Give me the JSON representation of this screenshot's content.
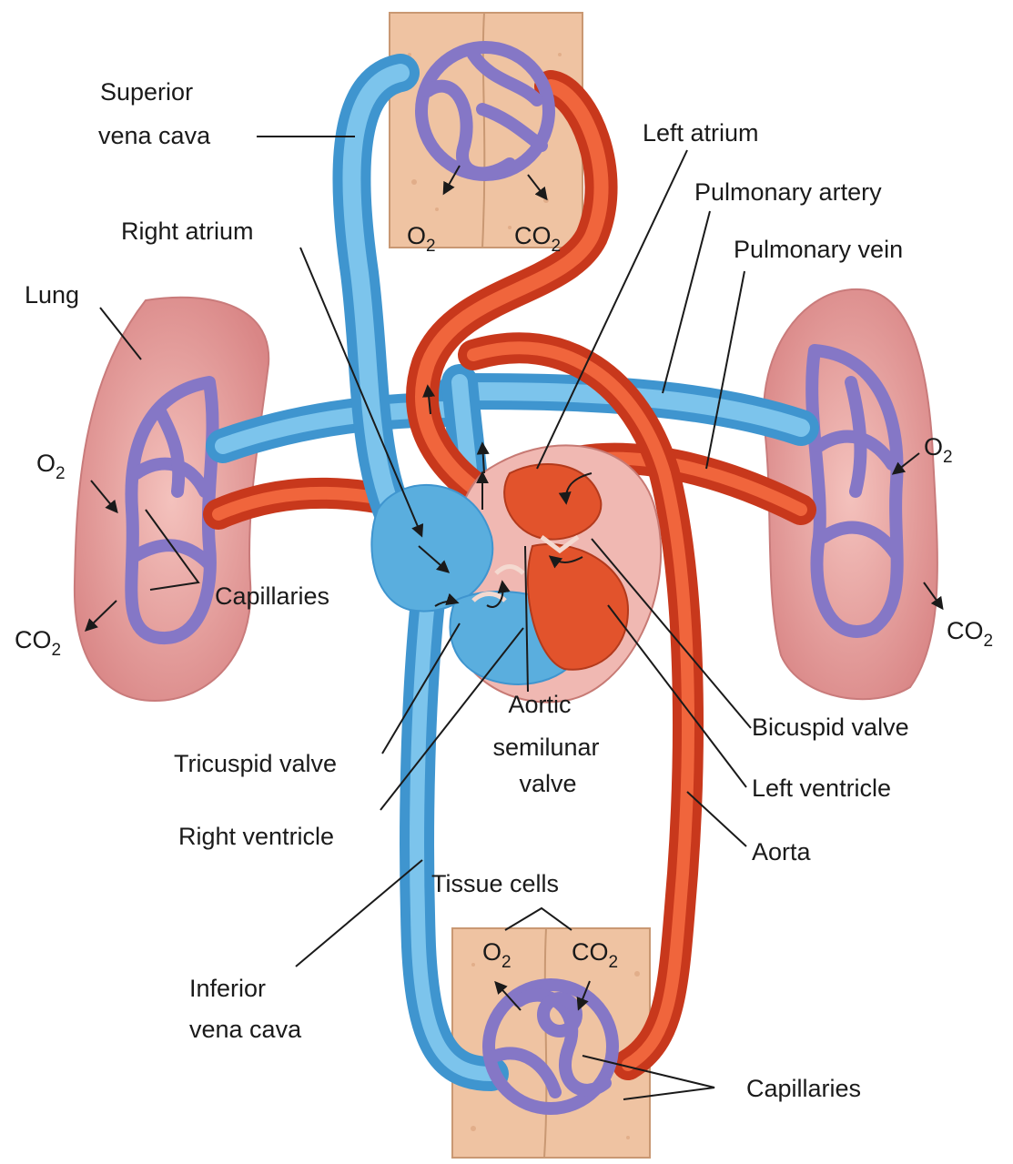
{
  "colors": {
    "deoxygenated": "#5aaede",
    "oxygenated": "#e2532c",
    "capillary": "#8577c6",
    "lung": "#e6a3a3",
    "tissue": "#efc3a2",
    "heart_wall": "#f0b8b2"
  },
  "labels": {
    "superior_vena_cava": [
      "Superior",
      "vena cava"
    ],
    "left_atrium": "Left atrium",
    "pulmonary_artery": "Pulmonary artery",
    "right_atrium": "Right atrium",
    "pulmonary_vein": "Pulmonary vein",
    "lung": "Lung",
    "capillaries_lung": "Capillaries",
    "aortic_semilunar_valve": [
      "Aortic",
      "semilunar",
      "valve"
    ],
    "bicuspid_valve": "Bicuspid valve",
    "tricuspid_valve": "Tricuspid valve",
    "left_ventricle": "Left ventricle",
    "right_ventricle": "Right ventricle",
    "aorta": "Aorta",
    "tissue_cells": "Tissue cells",
    "inferior_vena_cava": [
      "Inferior",
      "vena cava"
    ],
    "capillaries_tissue": "Capillaries"
  },
  "gas": {
    "o2": "O",
    "co2": "CO",
    "subscript": "2"
  }
}
